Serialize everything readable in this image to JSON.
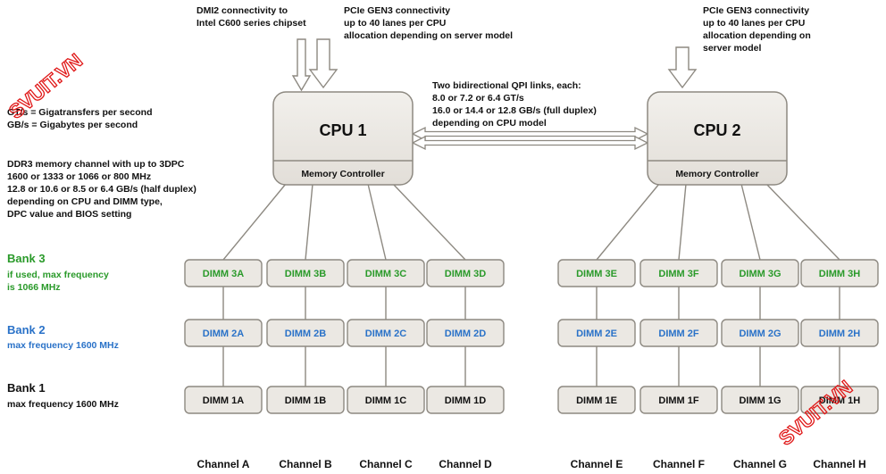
{
  "notes": {
    "dmi": [
      "DMI2 connectivity to",
      "Intel C600 series chipset"
    ],
    "pcie_cpu1": [
      "PCIe GEN3 connectivity",
      "up to 40 lanes per CPU",
      "allocation depending on server model"
    ],
    "pcie_cpu2": [
      "PCIe GEN3 connectivity",
      "up to 40 lanes per CPU",
      "allocation depending on",
      "server model"
    ],
    "qpi": [
      "Two bidirectional QPI links, each:",
      "8.0 or 7.2 or 6.4 GT/s",
      "16.0 or 14.4 or 12.8 GB/s (full duplex)",
      "depending on CPU model"
    ],
    "units": [
      "GT/s = Gigatransfers per second",
      "GB/s = Gigabytes per second"
    ],
    "ddr3": [
      "DDR3 memory channel with up to 3DPC",
      "1600 or 1333 or 1066 or 800 MHz",
      "12.8 or 10.6 or 8.5 or 6.4 GB/s (half duplex)",
      "depending on CPU and DIMM type,",
      "DPC value and BIOS setting"
    ]
  },
  "banks": [
    {
      "title": "Bank 3",
      "desc": [
        "if used, max frequency",
        "is 1066 MHz"
      ],
      "color": "#2a9a2a"
    },
    {
      "title": "Bank 2",
      "desc": [
        "max frequency 1600 MHz"
      ],
      "color": "#2a72c8"
    },
    {
      "title": "Bank 1",
      "desc": [
        "max frequency 1600 MHz"
      ],
      "color": "#111111"
    }
  ],
  "cpus": [
    {
      "title": "CPU 1",
      "controller": "Memory Controller"
    },
    {
      "title": "CPU 2",
      "controller": "Memory Controller"
    }
  ],
  "dimms": {
    "bank3": [
      "DIMM 3A",
      "DIMM 3B",
      "DIMM 3C",
      "DIMM 3D",
      "DIMM 3E",
      "DIMM 3F",
      "DIMM 3G",
      "DIMM 3H"
    ],
    "bank2": [
      "DIMM 2A",
      "DIMM 2B",
      "DIMM 2C",
      "DIMM 2D",
      "DIMM 2E",
      "DIMM 2F",
      "DIMM 2G",
      "DIMM 2H"
    ],
    "bank1": [
      "DIMM 1A",
      "DIMM 1B",
      "DIMM 1C",
      "DIMM 1D",
      "DIMM 1E",
      "DIMM 1F",
      "DIMM 1G",
      "DIMM 1H"
    ]
  },
  "channels": [
    "Channel A",
    "Channel B",
    "Channel C",
    "Channel D",
    "Channel E",
    "Channel F",
    "Channel G",
    "Channel H"
  ],
  "watermark": "SVUIT.VN",
  "colors": {
    "bank3_text": "#2a9a2a",
    "bank2_text": "#2a72c8",
    "bank1_text": "#111111",
    "box_fill": "#ebe8e3",
    "box_stroke": "#8d8981",
    "watermark": "#e01818"
  }
}
